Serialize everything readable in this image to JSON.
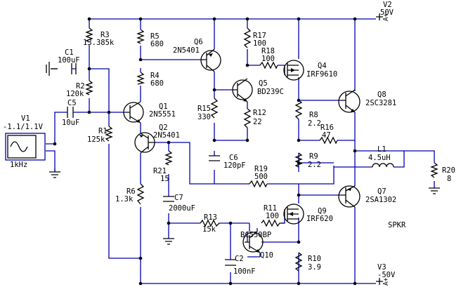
{
  "supplies": {
    "v2": {
      "ref": "V2",
      "value": "50V",
      "pin": "A+"
    },
    "v3": {
      "ref": "V3",
      "value": "-50V",
      "pin": "A+"
    },
    "v1": {
      "ref": "V1",
      "value": "-1.1/1.1V",
      "freq": "1kHz"
    }
  },
  "components": {
    "r3": {
      "ref": "R3",
      "value": "13.385k"
    },
    "r5": {
      "ref": "R5",
      "value": "680"
    },
    "r4": {
      "ref": "R4",
      "value": "680"
    },
    "r2": {
      "ref": "R2",
      "value": "120k"
    },
    "r1": {
      "ref": "R1",
      "value": "125k"
    },
    "r6": {
      "ref": "R6",
      "value": "1.3k"
    },
    "r21": {
      "ref": "R21",
      "value": "15"
    },
    "r13": {
      "ref": "R13",
      "value": "15k"
    },
    "r15": {
      "ref": "R15",
      "value": "330"
    },
    "r17": {
      "ref": "R17",
      "value": "100"
    },
    "r18": {
      "ref": "R18",
      "value": "100"
    },
    "r12": {
      "ref": "R12",
      "value": "22"
    },
    "r8": {
      "ref": "R8",
      "value": "2.2"
    },
    "r9": {
      "ref": "R9",
      "value": "2.2"
    },
    "r16": {
      "ref": "R16",
      "value": "47"
    },
    "r19": {
      "ref": "R19",
      "value": "500"
    },
    "r11": {
      "ref": "R11",
      "value": "100"
    },
    "r10": {
      "ref": "R10",
      "value": "3.9"
    },
    "r20": {
      "ref": "R20",
      "value": "8"
    },
    "c1": {
      "ref": "C1",
      "value": "100uF"
    },
    "c5": {
      "ref": "C5",
      "value": "10uF"
    },
    "c6": {
      "ref": "C6",
      "value": "120pF"
    },
    "c7": {
      "ref": "C7",
      "value": "2000uF"
    },
    "c2": {
      "ref": "C2",
      "value": "100nF"
    },
    "l1": {
      "ref": "L1",
      "value": "4.5uH"
    },
    "q1": {
      "ref": "Q1",
      "part": "2N5551"
    },
    "q2": {
      "ref": "Q2",
      "part": "2N5401"
    },
    "q6": {
      "ref": "Q6",
      "part": "2N5401"
    },
    "q5": {
      "ref": "Q5",
      "part": "BD239C"
    },
    "q4": {
      "ref": "Q4",
      "part": "IRF9610"
    },
    "q8": {
      "ref": "Q8",
      "part": "2SC3281"
    },
    "q7": {
      "ref": "Q7",
      "part": "2SA1302"
    },
    "q9": {
      "ref": "Q9",
      "part": "IRF620"
    },
    "q10": {
      "ref": "Q10",
      "part": "BC550BP"
    }
  },
  "labels": {
    "speaker": "SPKR"
  },
  "colors": {
    "wire": "#0000aa",
    "component": "#000000",
    "background": "#ffffff"
  }
}
